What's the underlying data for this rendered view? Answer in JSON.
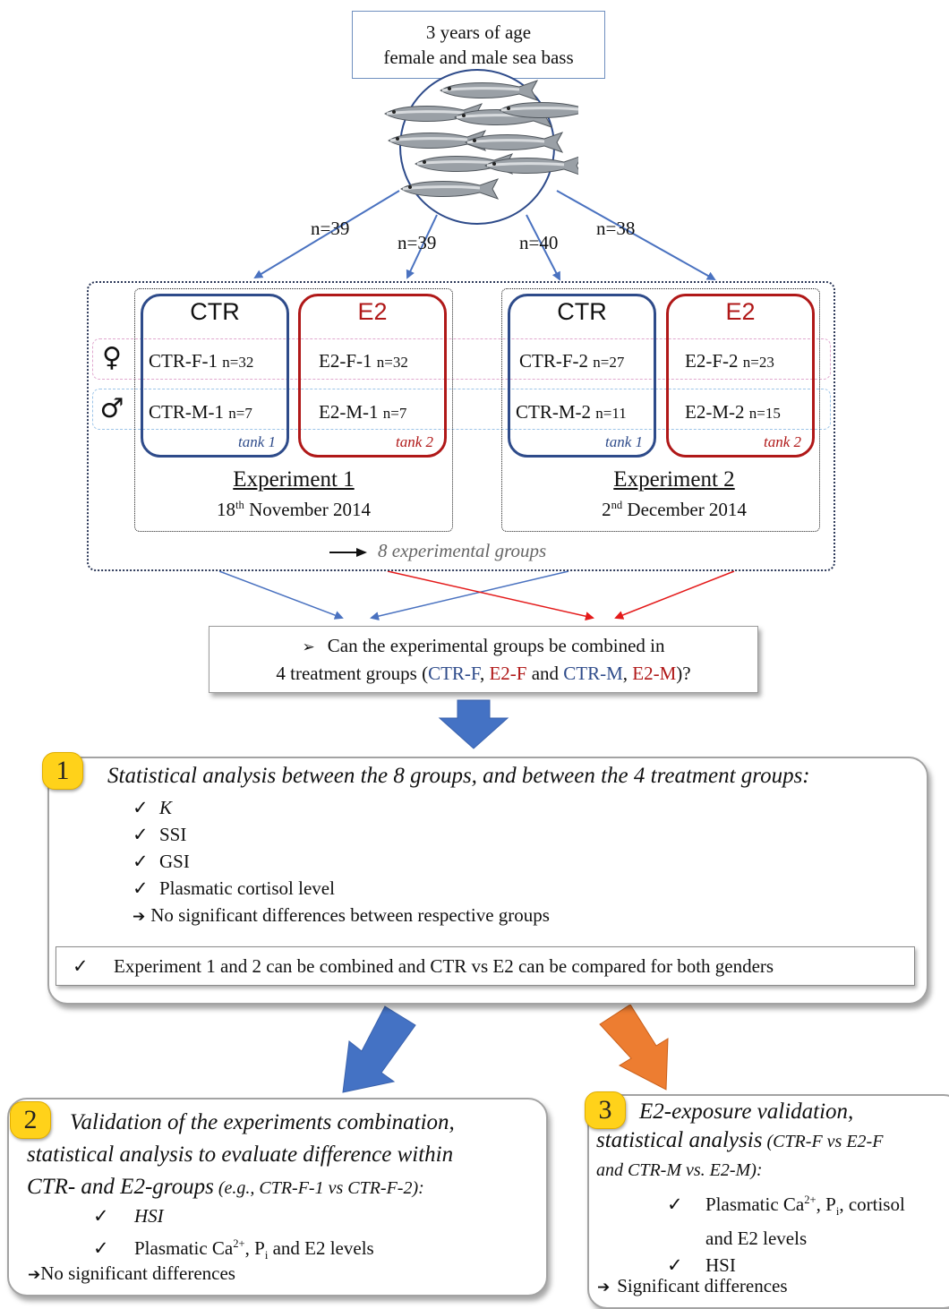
{
  "top": {
    "line1": "3 years of age",
    "line2": "female and male sea bass"
  },
  "arrows_n": [
    "n=39",
    "n=39",
    "n=40",
    "n=38"
  ],
  "symbols": {
    "female": "♀",
    "male": "♂"
  },
  "experiments": [
    {
      "title": "Experiment 1",
      "date_day": "18",
      "date_sup": "th",
      "date_rest": " November 2014",
      "groups": [
        {
          "label": "CTR",
          "female": "CTR-F-1",
          "female_n": "n=32",
          "male": "CTR-M-1",
          "male_n": "n=7",
          "tank": "tank 1"
        },
        {
          "label": "E2",
          "female": "E2-F-1",
          "female_n": "n=32",
          "male": "E2-M-1",
          "male_n": "n=7",
          "tank": "tank 2"
        }
      ]
    },
    {
      "title": "Experiment 2",
      "date_day": "2",
      "date_sup": "nd",
      "date_rest": " December 2014",
      "groups": [
        {
          "label": "CTR",
          "female": "CTR-F-2",
          "female_n": "n=27",
          "male": "CTR-M-2",
          "male_n": "n=11",
          "tank": "tank 1"
        },
        {
          "label": "E2",
          "female": "E2-F-2",
          "female_n": "n=23",
          "male": "E2-M-2",
          "male_n": "n=15",
          "tank": "tank 2"
        }
      ]
    }
  ],
  "groups_note": "8 experimental groups",
  "question": {
    "bullet": "➢",
    "line1": "Can the experimental groups be combined in",
    "line2_pre": "4 treatment groups (",
    "ctr_f": "CTR-F",
    "e2_f": "E2-F",
    "and": " and ",
    "ctr_m": "CTR-M",
    "e2_m": "E2-M",
    "line2_post": ")?"
  },
  "step1": {
    "number": "1",
    "heading": "Statistical analysis between the 8 groups, and between the 4 treatment groups:",
    "items": [
      "K",
      "SSI",
      "GSI",
      "Plasmatic cortisol level"
    ],
    "result": "No significant differences between respective groups",
    "conclusion": "Experiment 1 and 2 can be combined and CTR vs E2 can be compared for both genders"
  },
  "step2": {
    "number": "2",
    "heading_l1": "Validation of the experiments combination,",
    "heading_l2": "statistical analysis to evaluate difference within",
    "heading_l3a": "CTR- and E2-groups",
    "heading_l3b": " (e.g., CTR-F-1 vs CTR-F-2):",
    "item1": "HSI",
    "item2_pre": "Plasmatic Ca",
    "item2_sup": "2+",
    "item2_mid": ", P",
    "item2_sub": "i",
    "item2_post": " and E2 levels",
    "result": "No significant differences"
  },
  "step3": {
    "number": "3",
    "heading_l1": "E2-exposure validation,",
    "heading_l2a": "statistical analysis",
    "heading_l2b": " (CTR-F vs E2-F",
    "heading_l3": "and CTR-M vs. E2-M):",
    "item1_pre": "Plasmatic Ca",
    "item1_sup": "2+",
    "item1_mid": ", P",
    "item1_sub": "i",
    "item1_post": ", cortisol",
    "item1_l2": "and E2 levels",
    "item2": "HSI",
    "result": "Significant differences"
  },
  "marks": {
    "check": "✓",
    "arrow": "➔"
  },
  "colors": {
    "ctr_blue": "#2e4b8a",
    "e2_red": "#b01818",
    "big_arrow_blue": "#4472c4",
    "big_arrow_orange": "#ed7d31",
    "badge_yellow": "#ffd21a"
  }
}
